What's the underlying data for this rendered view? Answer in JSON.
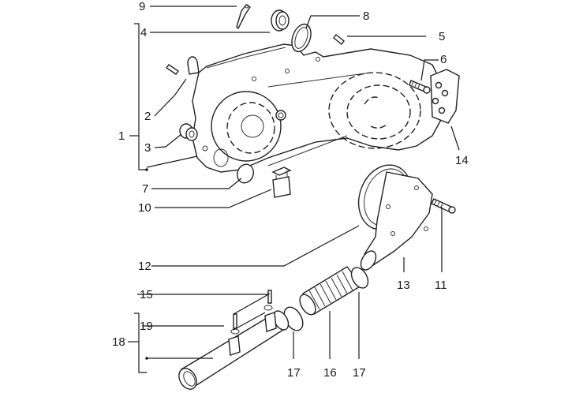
{
  "diagram": {
    "type": "exploded parts diagram",
    "subject": "transmission cover / cooling duct assembly",
    "callouts": [
      {
        "id": "c1",
        "label": "1"
      },
      {
        "id": "c2",
        "label": "2"
      },
      {
        "id": "c3",
        "label": "3"
      },
      {
        "id": "c4",
        "label": "4"
      },
      {
        "id": "c5",
        "label": "5"
      },
      {
        "id": "c6",
        "label": "6"
      },
      {
        "id": "c7",
        "label": "7"
      },
      {
        "id": "c8",
        "label": "8"
      },
      {
        "id": "c9",
        "label": "9"
      },
      {
        "id": "c10",
        "label": "10"
      },
      {
        "id": "c11",
        "label": "11"
      },
      {
        "id": "c12",
        "label": "12"
      },
      {
        "id": "c13",
        "label": "13"
      },
      {
        "id": "c14",
        "label": "14"
      },
      {
        "id": "c15",
        "label": "15"
      },
      {
        "id": "c16",
        "label": "16"
      },
      {
        "id": "c17a",
        "label": "17"
      },
      {
        "id": "c17b",
        "label": "17"
      },
      {
        "id": "c18",
        "label": "18"
      },
      {
        "id": "c19",
        "label": "19"
      }
    ],
    "groups": [
      {
        "label": "1",
        "members": [
          "2",
          "3",
          "4",
          "cover"
        ]
      },
      {
        "label": "18",
        "members": [
          "19",
          "duct"
        ]
      }
    ]
  }
}
